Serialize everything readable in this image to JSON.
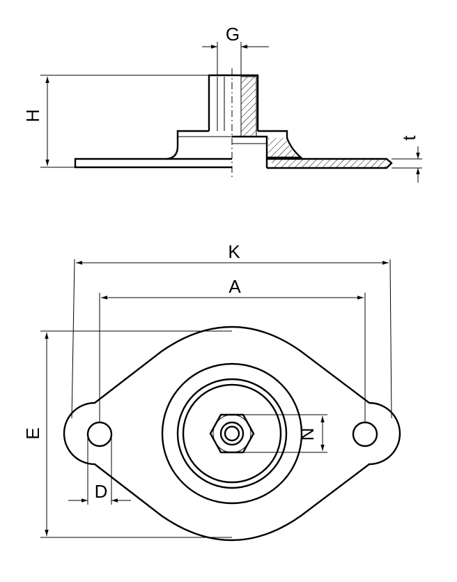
{
  "colors": {
    "line": "#000000",
    "background": "#ffffff"
  },
  "dimensions": {
    "G": "G",
    "H": "H",
    "t": "t",
    "K": "K",
    "A": "A",
    "E": "E",
    "N": "N",
    "D": "D"
  }
}
